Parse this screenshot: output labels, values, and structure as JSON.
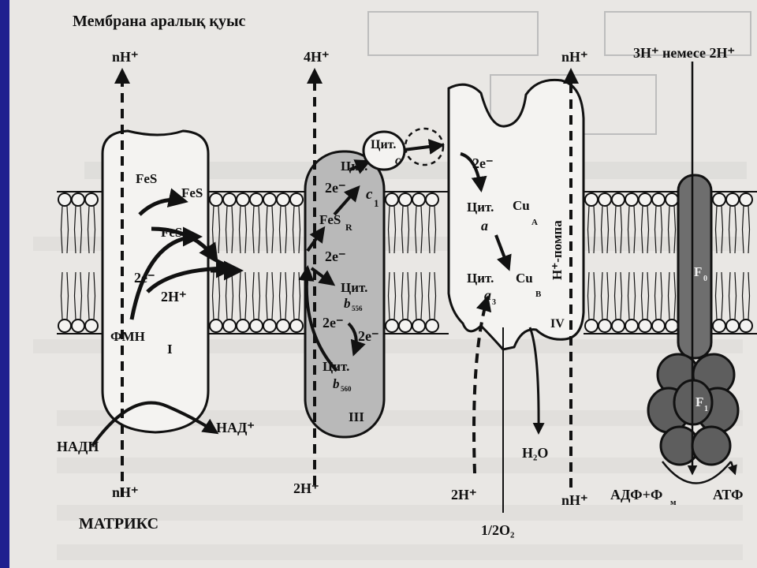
{
  "title": "Мембрана аралық қуыс",
  "bottom_label": "МАТРИКС",
  "complex_I": {
    "roman": "I",
    "fes_1": "FeS",
    "fes_2": "FeS",
    "fes_3": "FeS",
    "electrons": "2e⁻",
    "protons_in": "2H⁺",
    "fmn": "ФМН",
    "top_protons": "nH⁺",
    "bottom_protons": "nH⁺",
    "nadh": "НАДН",
    "nad": "НАД⁺"
  },
  "complex_III": {
    "roman": "III",
    "cyt_c1": "Цит.",
    "c1_sub": "c",
    "c1_idx": "1",
    "fes_r": "FeS",
    "fes_r_sub": "R",
    "e_1": "2e⁻",
    "e_2": "2e⁻",
    "e_3": "2e⁻",
    "e_4": "2e⁻",
    "cyt_b556": "Цит.",
    "b556_sub": "b",
    "b556_idx": "556",
    "cyt_b560": "Цит.",
    "b560_sub": "b",
    "b560_idx": "560",
    "top_protons": "4H⁺",
    "bottom_protons": "2H⁺"
  },
  "cytochrome_c": {
    "label": "Цит.",
    "sub": "c"
  },
  "complex_IV": {
    "roman": "IV",
    "electrons": "2e⁻",
    "cyt_a": "Цит.",
    "a_sub": "a",
    "cu_a": "Cu",
    "cu_a_sub": "A",
    "cyt_a3": "Цит.",
    "a3_sub": "a",
    "a3_idx": "3",
    "cu_b": "Cu",
    "cu_b_sub": "B",
    "pump": "H⁺-помпа",
    "top_protons": "nH⁺",
    "bottom_protons": "nH⁺",
    "proton_in": "2H⁺",
    "water": "H₂O",
    "oxygen": "1/2O₂"
  },
  "atp_synthase": {
    "top": "3H⁺ немесе 2H⁺",
    "f0": "F",
    "f0_sub": "0",
    "f1": "F",
    "f1_sub": "1",
    "adp": "АДФ+Ф",
    "adp_sub": "м",
    "atp": "АТФ"
  },
  "colors": {
    "frame": "#1f1f8f",
    "paper": "#e9e7e4",
    "ink": "#111111",
    "complex_III_fill": "#b9b9b9",
    "f0_fill": "#6e6e6e",
    "f1_fill": "#5e5e5e"
  }
}
